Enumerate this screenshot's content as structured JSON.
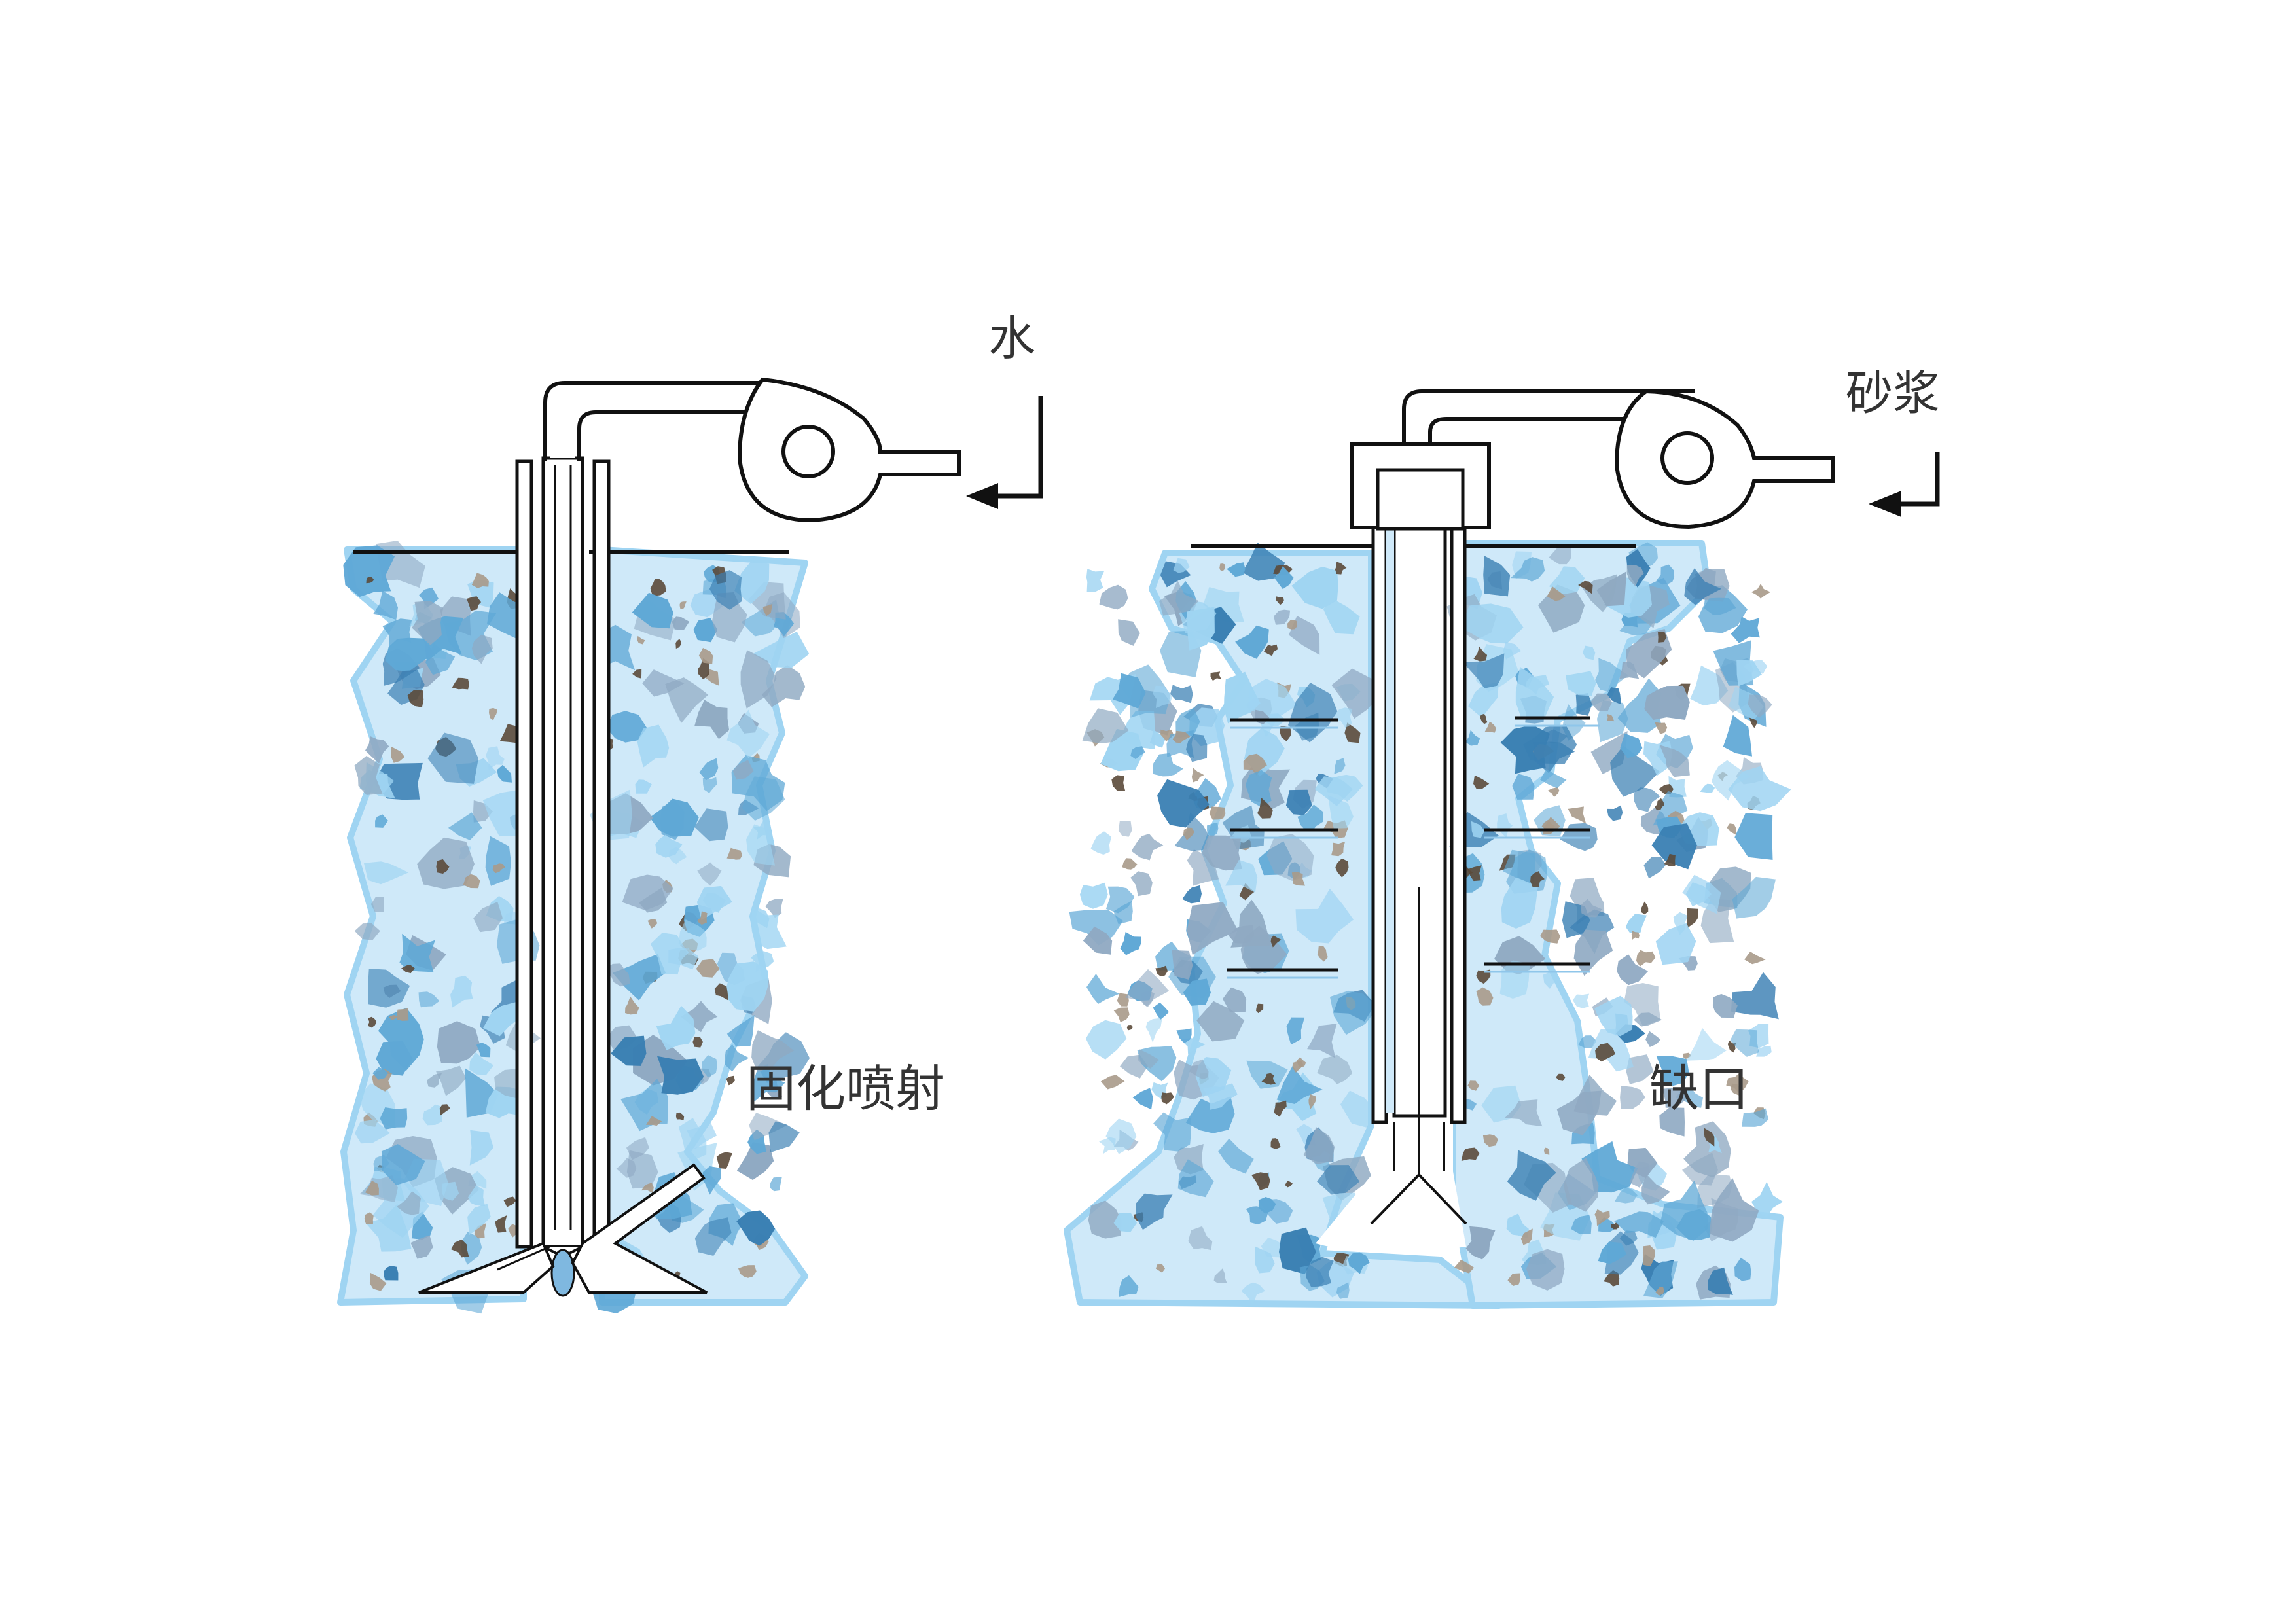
{
  "labels": {
    "water": "水",
    "mortar": "砂浆",
    "solidified_jet": "固化喷射",
    "gap": "缺口"
  },
  "colors": {
    "light_blue": "#cfe9f9",
    "mid_blue": "#9fd4f2",
    "blue": "#5fa8d6",
    "dark_blue": "#3a7fb3",
    "grey_blue": "#8fa9c2",
    "tan": "#a89a8a",
    "dark_brown": "#5b4a3a",
    "pipe_stroke": "#111111",
    "pipe_fill": "#ffffff",
    "text": "#333333"
  },
  "icons": {
    "pump_left": "pump-icon",
    "pump_right": "pump-icon",
    "arrow_left": "arrow-hook-icon",
    "arrow_right": "arrow-hook-icon",
    "nozzle_left": "nozzle-icon",
    "nozzle_right": "nozzle-icon"
  }
}
